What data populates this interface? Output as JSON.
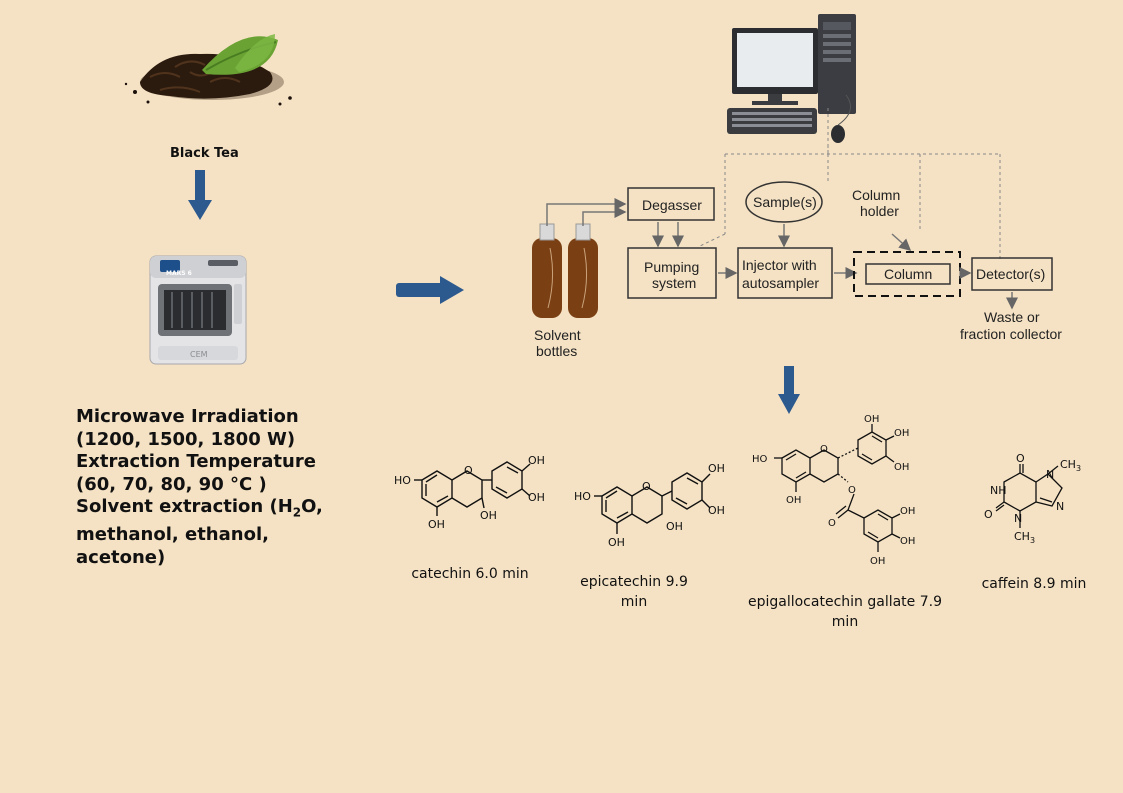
{
  "tea": {
    "label": "Black Tea"
  },
  "extraction": {
    "lines": [
      "Microwave Irradiation",
      "(1200, 1500, 1800 W)",
      "Extraction Temperature",
      "(60, 70, 80, 90 °C )",
      "methanol, ethanol,",
      "acetone)"
    ],
    "solvent_prefix": "Solvent extraction (H",
    "solvent_sub": "2",
    "solvent_suffix": "O,",
    "instrument_badge": "MARS 6",
    "instrument_logo": "CEM"
  },
  "hplc": {
    "solvent_bottles": [
      "Solvent",
      "bottles"
    ],
    "degasser": "Degasser",
    "pumping": [
      "Pumping",
      "system"
    ],
    "sample": "Sample(s)",
    "injector": [
      "Injector with",
      "autosampler"
    ],
    "column_holder": [
      "Column",
      "holder"
    ],
    "column": "Column",
    "detector": "Detector(s)",
    "waste": [
      "Waste or",
      "fraction collector"
    ]
  },
  "compounds": [
    {
      "name": "catechin 6.0 min"
    },
    {
      "name": "epicatechin 9.9 min"
    },
    {
      "name": "epigallocatechin gallate 7.9 min"
    },
    {
      "name": "caffein 8.9 min"
    }
  ],
  "structure_labels": {
    "oh": "OH",
    "ho": "HO",
    "o": "O",
    "n": "N",
    "ch3": "CH",
    "ch3_sub": "3"
  },
  "colors": {
    "background": "#f5e2c4",
    "arrow": "#2d5a8e"
  }
}
